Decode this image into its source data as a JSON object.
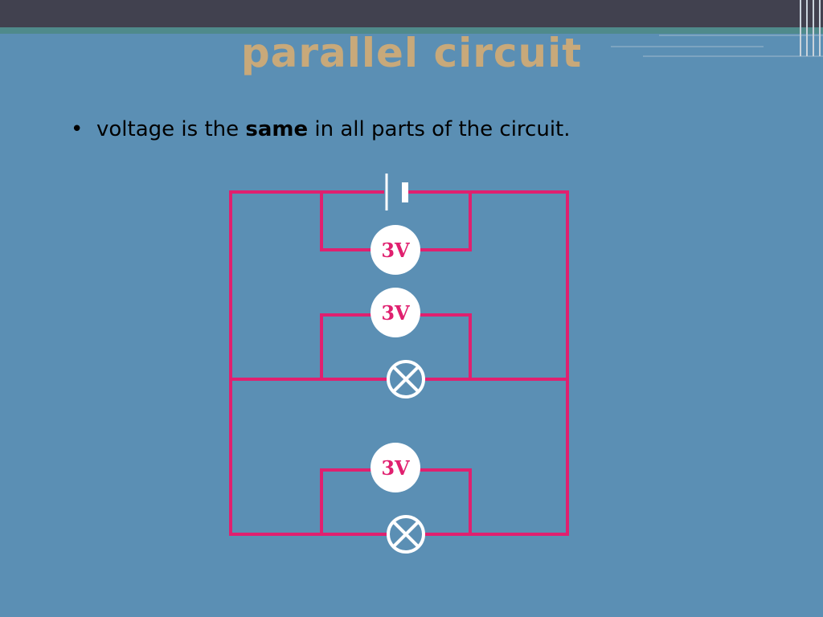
{
  "slide": {
    "title": "parallel circuit",
    "bullet": {
      "marker": "•",
      "text_before": "voltage is the",
      "emphasis": "same",
      "text_after": "in all parts of the circuit."
    }
  },
  "diagram": {
    "voltmeter_labels": [
      "3V",
      "3V",
      "3V"
    ],
    "components": [
      "cell",
      "voltmeter",
      "voltmeter",
      "lamp",
      "voltmeter",
      "lamp"
    ]
  },
  "colors": {
    "background": "#5b8fb4",
    "top_bar": "#41414f",
    "top_stripe": "#4f8a8b",
    "title": "#c8a97a",
    "wire": "#e0206f",
    "meter_fill": "#ffffff",
    "meter_text": "#e0206f",
    "lamp_stroke": "#ffffff",
    "cell": "#ffffff"
  }
}
